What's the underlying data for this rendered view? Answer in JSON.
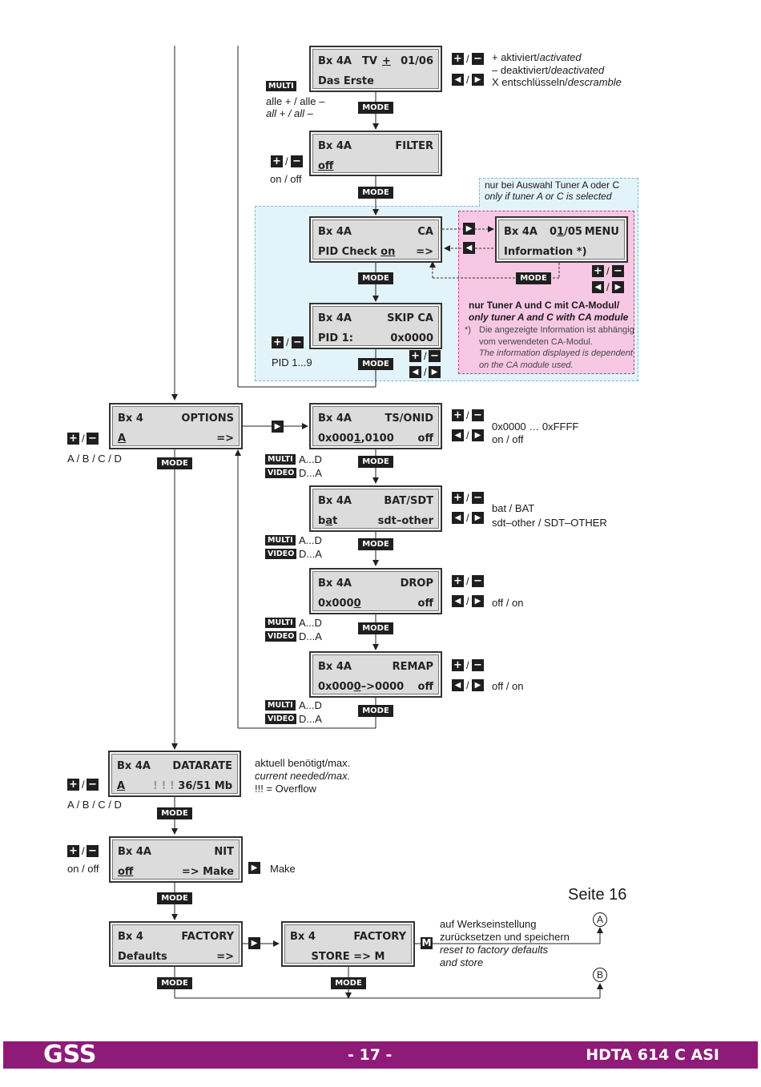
{
  "colors": {
    "footer": "#8e1b77",
    "blue_area": "#e3f3fa",
    "pink_area": "#f7c8e3"
  },
  "page_label": "Seite 16",
  "mode_label": "MODE",
  "symbols": {
    "plus": "+",
    "minus": "−",
    "slash": "/",
    "left": "◀",
    "right": "▶",
    "m": "M"
  },
  "tags": {
    "multi": "MULTI",
    "video": "VIDEO"
  },
  "circles": {
    "a": "A",
    "b": "B"
  },
  "displays": {
    "tv": {
      "l1": "Bx 4A",
      "l1b": "TV",
      "l1c": "+",
      "r1": "01/06",
      "l2": "Das Erste"
    },
    "filter": {
      "l1": "Bx 4A",
      "r1": "FILTER",
      "l2": "off"
    },
    "ca": {
      "l1": "Bx 4A",
      "r1": "CA",
      "l2a": "PID Check ",
      "l2b": "on",
      "r2": "=>"
    },
    "menu": {
      "l1": "Bx 4A",
      "l1b": "0",
      "l1c": "1",
      "l1d": "/05",
      "r1": "MENU",
      "l2": "Information *)"
    },
    "skip": {
      "l1": "Bx 4A",
      "r1": "SKIP CA",
      "l2": "PID 1:",
      "r2": "0x0000"
    },
    "options": {
      "l1": "Bx 4",
      "r1": "OPTIONS",
      "l2": "A",
      "r2": "=>"
    },
    "tsonid": {
      "l1": "Bx 4A",
      "r1": "TS/ONID",
      "l2a": "0x000",
      "l2b": "1",
      "l2c": ",0100",
      "r2": "off"
    },
    "batsdt": {
      "l1": "Bx 4A",
      "r1": "BAT/SDT",
      "l2a": "b",
      "l2b": "a",
      "l2c": "t",
      "r2": "sdt–other"
    },
    "drop": {
      "l1": "Bx 4A",
      "r1": "DROP",
      "l2a": "0x000",
      "l2b": "0",
      "r2": "off"
    },
    "remap": {
      "l1": "Bx 4A",
      "r1": "REMAP",
      "l2a": "0x000",
      "l2b": "0",
      "l2c": "–>0000",
      "r2": "off"
    },
    "datarate": {
      "l1": "Bx 4A",
      "r1": "DATARATE",
      "l2": "A",
      "l2b": "! ! !",
      "r2": "36/51 Mb"
    },
    "nit": {
      "l1": "Bx 4A",
      "r1": "NIT",
      "l2": "off",
      "r2": "=>  Make"
    },
    "factory1": {
      "l1": "Bx 4",
      "r1": "FACTORY",
      "l2": "Defaults",
      "r2": "=>"
    },
    "factory2": {
      "l1": "Bx 4",
      "r1": "FACTORY",
      "l2": "STORE   =>  M"
    }
  },
  "notes": {
    "tv_desc": [
      "+ aktiviert/",
      "activated",
      "– deaktiviert/",
      "deactivated",
      "X entschlüsseln/",
      "descramble"
    ],
    "alle_1": "alle + / alle –",
    "alle_2": "all + / all –",
    "on_off": "on / off",
    "tuner_ac_1": "nur bei Auswahl Tuner A oder C",
    "tuner_ac_2": "only if tuner A or C is selected",
    "ca_module_1": "nur Tuner A und C mit CA-Modul/",
    "ca_module_2": "only tuner A and C with CA module",
    "footnote_mark": "*)",
    "footnote_1": "Die angezeigte Information ist abhängig",
    "footnote_2": "vom verwendeten CA-Modul.",
    "footnote_3": "The information displayed is dependent",
    "footnote_4": "on the CA module used.",
    "pid_range": "PID 1...9",
    "abcd": "A / B / C / D",
    "ad": "A...D",
    "da": "D...A",
    "hex_range": "0x0000 … 0xFFFF",
    "bat": "bat / BAT",
    "sdt": "sdt–other / SDT–OTHER",
    "off_on": "off / on",
    "datarate_1": "aktuell benötigt/max.",
    "datarate_2": "current needed/max.",
    "datarate_3": "!!! = Overflow",
    "make": "Make",
    "factory_1": "auf Werkseinstellung",
    "factory_2": "zurücksetzen und speichern",
    "factory_3": "reset to factory defaults",
    "factory_4": "and store"
  },
  "footer": {
    "brand": "GSS",
    "page": "- 17 -",
    "model": "HDTA 614 C ASI"
  }
}
